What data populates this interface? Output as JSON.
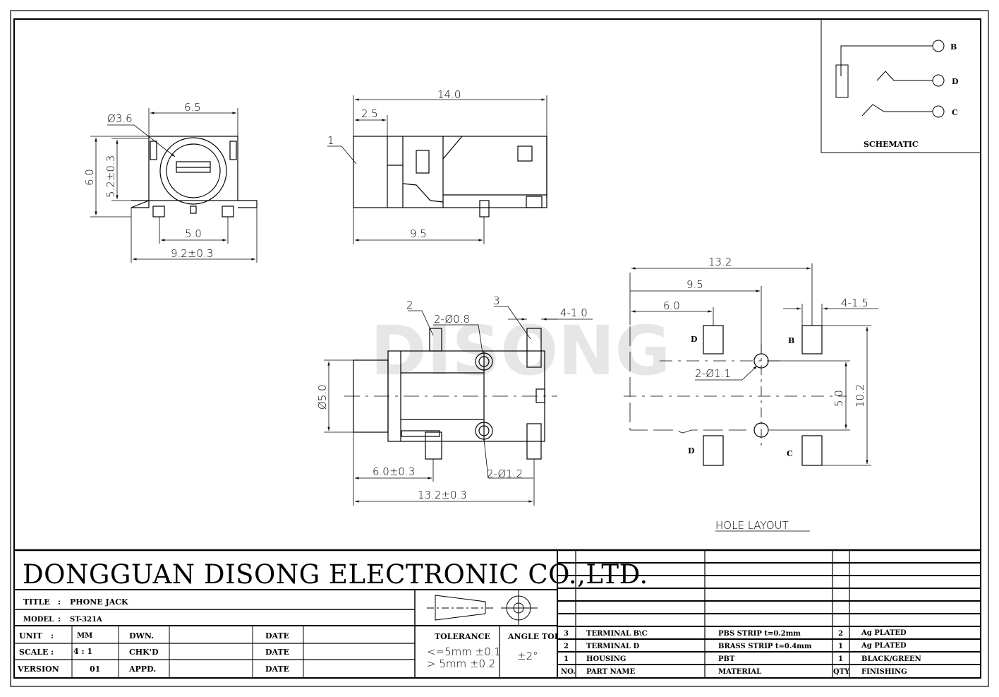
{
  "watermark": "DISONG",
  "schematic": {
    "label": "SCHEMATIC",
    "pins": [
      "B",
      "D",
      "C"
    ]
  },
  "front_view": {
    "dims": [
      "6.5",
      "Ø3.6",
      "6.0",
      "5.2±0.3",
      "5.0",
      "9.2±0.3"
    ]
  },
  "side_view": {
    "dims": [
      "14.0",
      "2.5",
      "9.5"
    ],
    "callout": "1"
  },
  "top_view": {
    "dims": [
      "2-Ø0.8",
      "4-1.0",
      "Ø5.0",
      "6.0±0.3",
      "2-Ø1.2",
      "13.2±0.3"
    ],
    "callouts": [
      "2",
      "3"
    ]
  },
  "hole_layout": {
    "dims": [
      "13.2",
      "9.5",
      "6.0",
      "4-1.5",
      "2-Ø1.1",
      "5.0",
      "10.2"
    ],
    "pads": [
      "D",
      "B",
      "D",
      "C"
    ],
    "label": "HOLE LAYOUT"
  },
  "title_block": {
    "company": "DONGGUAN DISONG ELECTRONIC CO.,LTD.",
    "title_label": "TITLE",
    "title_value": "PHONE JACK",
    "model_label": "MODEL",
    "model_value": "ST-321A",
    "unit_label": "UNIT",
    "unit_value": "MM",
    "scale_label": "SCALE",
    "scale_value": "4 : 1",
    "version_label": "VERSION",
    "version_value": "01",
    "dwn": "DWN.",
    "chkd": "CHK'D",
    "appd": "APPD.",
    "date": "DATE",
    "tolerance_label": "TOLERANCE",
    "tol_1": "<=5mm  ±0.1",
    "tol_2": ">  5mm  ±0.2",
    "angle_label": "ANGLE TOL",
    "angle_value": "±2°"
  },
  "bom": {
    "header": {
      "no": "NO.",
      "part": "PART  NAME",
      "material": "MATERIAL",
      "qty": "QTY",
      "finish": "FINISHING"
    },
    "rows": [
      {
        "no": "3",
        "part": "TERMINAL B\\C",
        "material": "PBS STRIP   t=0.2mm",
        "qty": "2",
        "finish": "Ag PLATED"
      },
      {
        "no": "2",
        "part": "TERMINAL D",
        "material": "BRASS STRIP   t=0.4mm",
        "qty": "1",
        "finish": "Ag PLATED"
      },
      {
        "no": "1",
        "part": "HOUSING",
        "material": "PBT",
        "qty": "1",
        "finish": "BLACK/GREEN"
      }
    ]
  }
}
